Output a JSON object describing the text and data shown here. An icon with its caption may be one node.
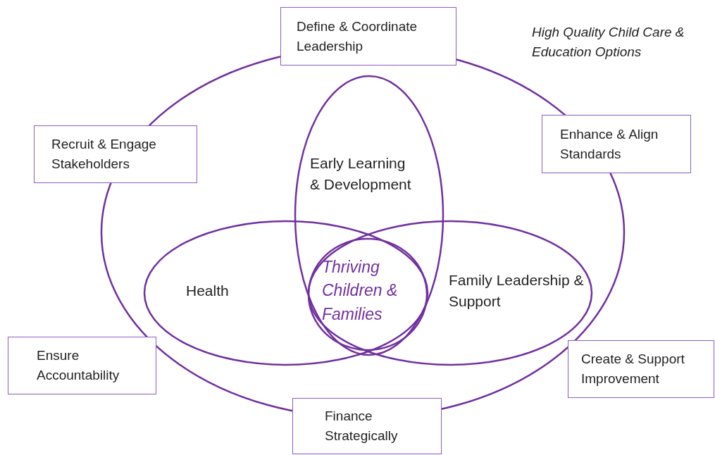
{
  "diagram": {
    "nodes": [
      {
        "text": [
          "High Quality Child Care & Education Options"
        ]
      },
      {
        "text": [
          "Define & Coordinate Leadership"
        ]
      },
      {
        "text": [
          "Recruit & Engage Stakeholders"
        ]
      },
      {
        "text": [
          "Enhance & Align Standards"
        ]
      },
      {
        "text": [
          "Early Learning & Development"
        ],
        "in": 0
      },
      {
        "text": [
          "Health"
        ],
        "in": 0
      },
      {
        "text": [
          "Family Leadership & Support"
        ],
        "in": 0
      },
      {
        "text": [
          "Thriving Children & Families"
        ]
      },
      {
        "text": [
          "Ensure Accountability"
        ]
      },
      {
        "text": [
          "Create & Support Improvement"
        ]
      },
      {
        "text": [
          "Finance Strategically"
        ]
      }
    ],
    "edges": []
  }
}
